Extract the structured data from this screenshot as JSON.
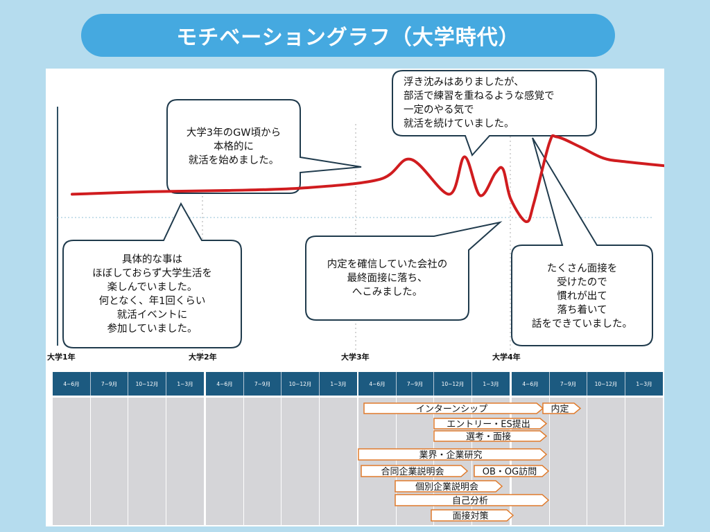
{
  "title": "モチベーショングラフ（大学時代）",
  "colors": {
    "background": "#b5dcee",
    "title_pill": "#45a9e0",
    "curve": "#d01c1f",
    "month_header": "#1c5a80",
    "timeline_grid": "#d5d5d8",
    "arrow_border": "#e07a2a"
  },
  "chart_data": {
    "type": "line",
    "title": "",
    "xlabel": "",
    "ylabel": "",
    "year_labels": [
      "大学1年",
      "大学2年",
      "大学3年",
      "大学4年"
    ],
    "series": [
      {
        "x": [
          0,
          0.5,
          1,
          1.5,
          2,
          2.2,
          2.45,
          2.55,
          2.65,
          2.75,
          2.8,
          2.85,
          2.95,
          3.0,
          3.1,
          3.15,
          3.3,
          3.45,
          3.6,
          4.0
        ],
        "y": [
          0.52,
          0.54,
          0.55,
          0.57,
          0.64,
          0.8,
          0.52,
          0.82,
          0.51,
          0.69,
          0.72,
          0.48,
          0.3,
          0.45,
          0.93,
          0.98,
          0.9,
          0.81,
          0.78,
          0.73
        ]
      }
    ]
  },
  "bubbles": {
    "b1": [
      "具体的な事は",
      "ほぼしておらず大学生活を",
      "楽しんでいました。",
      "何となく、年1回くらい",
      "就活イベントに",
      "参加していました。"
    ],
    "b2": [
      "大学3年のGW頃から",
      "本格的に",
      "就活を始めました。"
    ],
    "b3": [
      "内定を確信していた会社の",
      "最終面接に落ち、",
      "へこみました。"
    ],
    "b4": [
      "浮き沈みはありましたが、",
      "部活で練習を重ねるような感覚で",
      "一定のやる気で",
      "就活を続けていました。"
    ],
    "b5": [
      "たくさん面接を",
      "受けたので",
      "慣れが出て",
      "落ち着いて",
      "話をできていました。"
    ]
  },
  "months": [
    "4~6月",
    "7~9月",
    "10~12月",
    "1~3月"
  ],
  "arrows": [
    {
      "label": "インターンシップ"
    },
    {
      "label": "内定"
    },
    {
      "label": "エントリー・ES提出"
    },
    {
      "label": "選考・面接"
    },
    {
      "label": "業界・企業研究"
    },
    {
      "label": "合同企業説明会"
    },
    {
      "label": "OB・OG訪問"
    },
    {
      "label": "個別企業説明会"
    },
    {
      "label": "自己分析"
    },
    {
      "label": "面接対策"
    }
  ]
}
